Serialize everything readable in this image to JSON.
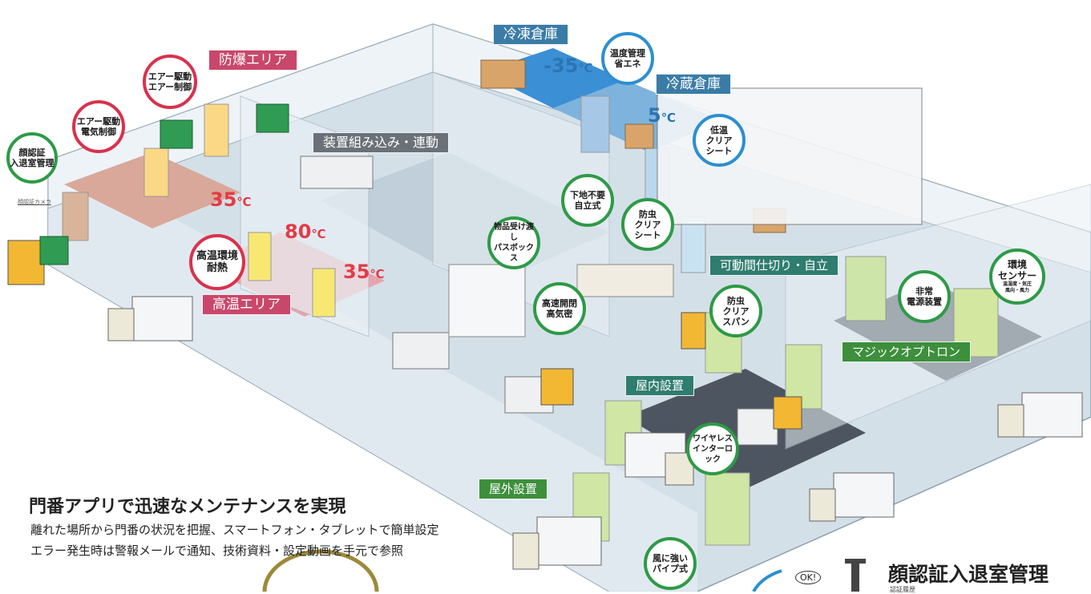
{
  "zones": {
    "explosion_proof": "防爆エリア",
    "freezer": "冷凍倉庫",
    "refrigerated": "冷蔵倉庫",
    "assembly": "装置組み込み・連動",
    "high_temp": "高温エリア",
    "movable_partition": "可動間仕切り・自立",
    "magic_optron": "マジックオプトロン",
    "indoor": "屋内設置",
    "outdoor": "屋外設置"
  },
  "temperatures": {
    "freezer": {
      "value": "-35",
      "unit": "℃"
    },
    "refrigerated": {
      "value": "5",
      "unit": "℃"
    },
    "high_a": {
      "value": "35",
      "unit": "℃"
    },
    "high_b": {
      "value": "80",
      "unit": "℃"
    },
    "high_c": {
      "value": "35",
      "unit": "℃"
    }
  },
  "badges": {
    "face_auth": "顔認証\n入退室管理",
    "air_electric": "エアー駆動\n電気制御",
    "air_air": "エアー駆動\nエアー制御",
    "temp_energy": "温度管理\n省エネ",
    "low_temp_sheet": "低温\nクリア\nシート",
    "no_base": "下地不要\n自立式",
    "insect_sheet": "防虫\nクリア\nシート",
    "passbox": "物品受け渡し\nパスボックス",
    "heat_resistant": "高温環境\n耐熱",
    "high_speed": "高速開閉\n高気密",
    "insect_span": "防虫\nクリア\nスパン",
    "emergency_power": "非常\n電源装置",
    "env_sensor": "環境\nセンサー",
    "env_sensor_detail": "温湿度・気圧\n風向・風力",
    "wireless": "ワイヤレス\nインターロック",
    "wind_resistant": "風に強い\nパイプ式"
  },
  "camera_note": "顔認証カメラ",
  "promo": {
    "title": "門番アプリで迅速なメンテナンスを実現",
    "line1": "離れた場所から門番の状況を把握、スマートフォン・タブレットで簡単設定",
    "line2": "エラー発生時は警報メールで通知、技術資料・設定動画を手元で参照"
  },
  "face_auth_section": {
    "title": "顔認証入退室管理",
    "subtitle": "認証履歴",
    "ok_bubble": "OK!"
  },
  "colors": {
    "floor": "#c7d6e0",
    "wall": "#e7eef3",
    "zone_pink": "#c9476a",
    "zone_blue": "#3a7ca6",
    "badge_green": "#2e9a47",
    "badge_red": "#d8324d",
    "badge_blue": "#2c8fd0"
  }
}
